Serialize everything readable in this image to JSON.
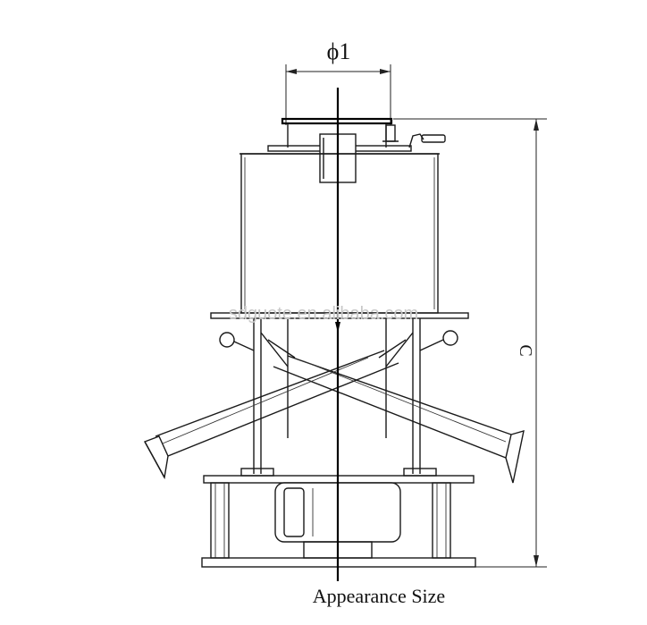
{
  "diagram": {
    "dimension_top_label": "ϕ1",
    "dimension_height_label": "C",
    "caption": "Appearance Size",
    "watermark": "sdguote.en.alibaba.com"
  },
  "colors": {
    "line": "#1a1a1a",
    "background": "#ffffff",
    "watermark": "#c8c8c8"
  }
}
